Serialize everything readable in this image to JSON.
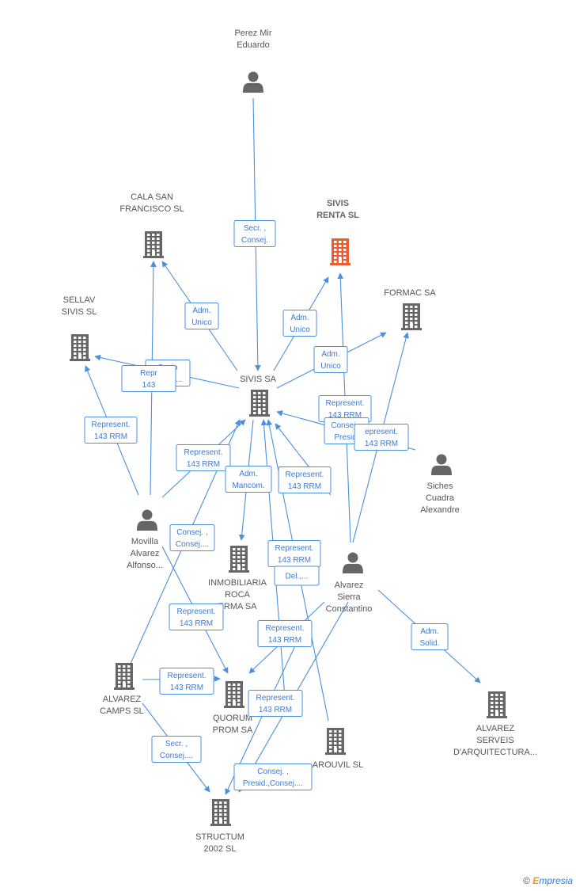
{
  "colors": {
    "edge": "#4a8fe0",
    "node": "#666666",
    "highlight": "#ef5b2f"
  },
  "nodes": [
    {
      "id": "perez",
      "type": "person",
      "lines": [
        "Perez Mir",
        "Eduardo"
      ],
      "icon": "person-icon"
    },
    {
      "id": "cala",
      "type": "company",
      "lines": [
        "CALA SAN",
        "FRANCISCO SL"
      ],
      "icon": "building-icon"
    },
    {
      "id": "sivisrenta",
      "type": "company",
      "highlight": true,
      "lines": [
        "SIVIS",
        "RENTA SL"
      ],
      "icon": "building-icon"
    },
    {
      "id": "formac",
      "type": "company",
      "lines": [
        "FORMAC SA"
      ],
      "icon": "building-icon"
    },
    {
      "id": "sellav",
      "type": "company",
      "lines": [
        "SELLAV",
        "SIVIS SL"
      ],
      "icon": "building-icon"
    },
    {
      "id": "sivissa",
      "type": "company",
      "lines": [
        "SIVIS SA"
      ],
      "icon": "building-icon"
    },
    {
      "id": "siches",
      "type": "person",
      "lines": [
        "Siches",
        "Cuadra",
        "Alexandre"
      ],
      "icon": "person-icon"
    },
    {
      "id": "movilla",
      "type": "person",
      "lines": [
        "Movilla",
        "Alvarez",
        "Alfonso..."
      ],
      "icon": "person-icon"
    },
    {
      "id": "inmob",
      "type": "company",
      "lines": [
        "INMOBILIARIA",
        "ROCA",
        "ERMA SA"
      ],
      "icon": "building-icon"
    },
    {
      "id": "alvarez",
      "type": "person",
      "lines": [
        "Alvarez",
        "Sierra",
        "Constantino"
      ],
      "icon": "person-icon"
    },
    {
      "id": "camps",
      "type": "company",
      "lines": [
        "ALVAREZ",
        "CAMPS SL"
      ],
      "icon": "building-icon"
    },
    {
      "id": "quorum",
      "type": "company",
      "lines": [
        "QUORUM",
        "PROM SA"
      ],
      "icon": "building-icon"
    },
    {
      "id": "serveis",
      "type": "company",
      "lines": [
        "ALVAREZ",
        "SERVEIS",
        "D'ARQUITECTURA..."
      ],
      "icon": "building-icon"
    },
    {
      "id": "arouvil",
      "type": "company",
      "lines": [
        "AROUVIL SL"
      ],
      "icon": "building-icon"
    },
    {
      "id": "structum",
      "type": "company",
      "lines": [
        "STRUCTUM",
        "2002  SL"
      ],
      "icon": "building-icon"
    }
  ],
  "edges": [
    {
      "from": "perez",
      "to": "sivissa",
      "lines": [
        "Secr. ,",
        "Consej."
      ]
    },
    {
      "from": "sivissa",
      "to": "cala",
      "lines": [
        "Adm.",
        "Unico"
      ]
    },
    {
      "from": "sivissa",
      "to": "sivisrenta",
      "lines": [
        "Adm.",
        "Unico"
      ]
    },
    {
      "from": "sivissa",
      "to": "formac",
      "lines": [
        "Adm.",
        "Unico"
      ]
    },
    {
      "from": "sivissa",
      "to": "sellav",
      "lines": [
        "Socio",
        "Único,..."
      ]
    },
    {
      "from": "movilla",
      "to": "cala",
      "lines": [
        "Repr",
        "143"
      ]
    },
    {
      "from": "movilla",
      "to": "sellav",
      "lines": [
        "Represent.",
        "143 RRM"
      ]
    },
    {
      "from": "movilla",
      "to": "sivissa",
      "lines": [
        "Represent.",
        "143 RRM"
      ]
    },
    {
      "from": "sivissa",
      "to": "inmob",
      "lines": [
        "Adm.",
        "Mancom."
      ]
    },
    {
      "from": "alvarez",
      "to": "sivissa",
      "lines": [
        "Represent.",
        "143 RRM"
      ]
    },
    {
      "from": "alvarez",
      "to": "sivisrenta",
      "lines": [
        "Represent.",
        "143 RRM"
      ]
    },
    {
      "from": "siches",
      "to": "sivissa",
      "lines": [
        "Consej. ,",
        "Presid."
      ]
    },
    {
      "from": "alvarez",
      "to": "formac",
      "lines": [
        "epresent.",
        "143 RRM"
      ]
    },
    {
      "from": "camps",
      "to": "sivissa",
      "lines": [
        "Consej. ,",
        "Consej...."
      ]
    },
    {
      "from": "structum",
      "to": "sivissa",
      "lines": [
        "Represent.",
        "143 RRM"
      ]
    },
    {
      "from": "arouvil",
      "to": "sivissa",
      "lines": [
        "Del.,..."
      ]
    },
    {
      "from": "movilla",
      "to": "quorum",
      "lines": [
        "Represent.",
        "143 RRM"
      ]
    },
    {
      "from": "alvarez",
      "to": "quorum",
      "lines": [
        "Represent.",
        "143 RRM"
      ]
    },
    {
      "from": "alvarez",
      "to": "serveis",
      "lines": [
        "Adm.",
        "Solid."
      ]
    },
    {
      "from": "camps",
      "to": "quorum",
      "lines": [
        "Represent.",
        "143 RRM"
      ]
    },
    {
      "from": "quorum",
      "to": "structum",
      "lines": [
        "Represent.",
        "143 RRM"
      ]
    },
    {
      "from": "movilla",
      "to": "structum",
      "lines": [
        "Secr. ,",
        "Consej...."
      ]
    },
    {
      "from": "alvarez",
      "to": "structum",
      "lines": [
        "Consej. ,",
        "Presid.,Consej...."
      ]
    }
  ],
  "brand": {
    "symbol": "©",
    "e": "E",
    "rest": "mpresia"
  }
}
